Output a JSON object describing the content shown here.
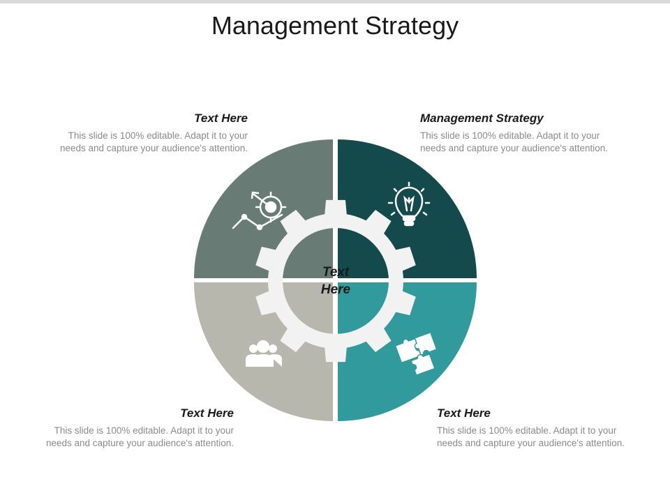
{
  "title": "Management Strategy",
  "center": {
    "line1": "Text",
    "line2": "Here"
  },
  "sections": [
    {
      "heading": "Text Here",
      "body_line1": "This slide is 100% editable. Adapt it to your",
      "body_line2": "needs and capture your audience's attention.",
      "color": "#687b74",
      "icon": "target-growth-icon"
    },
    {
      "heading": "Management Strategy",
      "body_line1": "This slide is 100% editable. Adapt it to your",
      "body_line2": "needs and capture your audience's attention.",
      "color": "#154a4d",
      "icon": "lightbulb-icon"
    },
    {
      "heading": "Text Here",
      "body_line1": "This slide is 100% editable. Adapt it to your",
      "body_line2": "needs and capture your audience's attention.",
      "color": "#b7b7ae",
      "icon": "team-icon"
    },
    {
      "heading": "Text Here",
      "body_line1": "This slide is 100% editable. Adapt it to your",
      "body_line2": "needs and capture your audience's attention.",
      "color": "#319a9d",
      "icon": "puzzle-icon"
    }
  ],
  "gear_color": "#f2f2f2"
}
